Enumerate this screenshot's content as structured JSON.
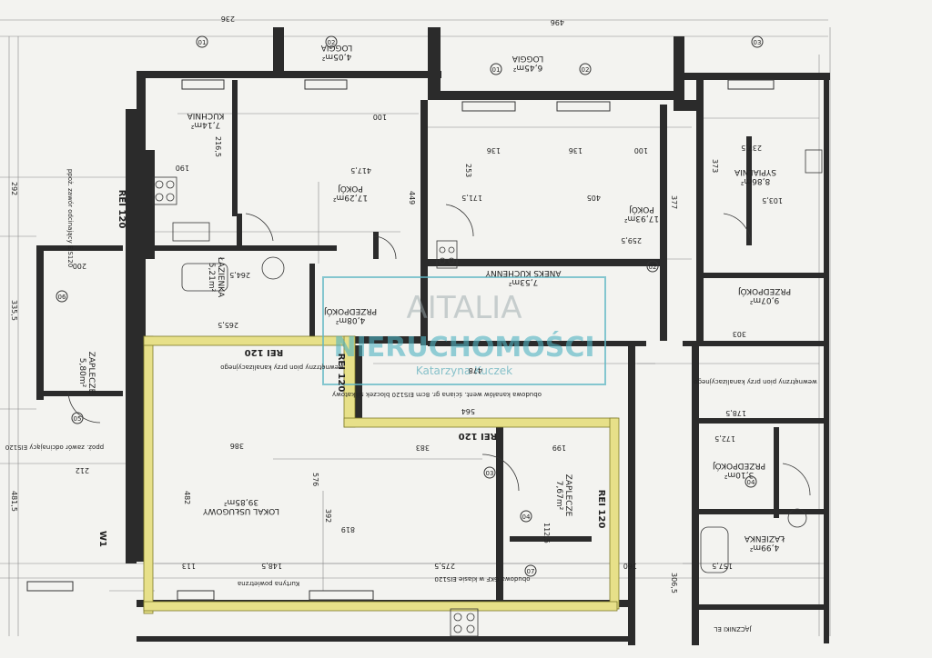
{
  "rooms": {
    "kuchnia": {
      "name": "KUCHNIA",
      "area": "7,14m²"
    },
    "loggia_1": {
      "name": "LOGGIA",
      "area": "4,05m²"
    },
    "loggia_2": {
      "name": "LOGGIA",
      "area": "6,45m²"
    },
    "pokoj_1": {
      "name": "POKÓJ",
      "area": "17,29m²"
    },
    "pokoj_2": {
      "name": "POKÓJ",
      "area": "17,93m²"
    },
    "sypialnia": {
      "name": "SYPIALNIA",
      "area": "8,86m²"
    },
    "aneks": {
      "name": "ANEKS KUCHENNY",
      "area": "7,53m²"
    },
    "lazienka_1": {
      "name": "ŁAZIENKA",
      "area": "5,21m²"
    },
    "przedpokoj_1": {
      "name": "PRZEDPOKÓJ",
      "area": "4,08m²"
    },
    "przedpokoj_2": {
      "name": "PRZEDPOKÓJ",
      "area": "9,07m²"
    },
    "przedpokoj_3": {
      "name": "PRZEDPOKÓJ",
      "area": "3,10m²"
    },
    "lazienka_2": {
      "name": "ŁAZIENKA",
      "area": "4,99m²"
    },
    "zaplecze_1": {
      "name": "ZAPLECZE",
      "area": "5,80m²"
    },
    "zaplecze_2": {
      "name": "ZAPLECZE",
      "area": "7,67m²"
    },
    "lokal": {
      "name": "LOKAL USŁUGOWY",
      "area": "39,85m²"
    }
  },
  "fire_labels": {
    "rei_left": "REI 120",
    "rei_top": "REI 120",
    "rei_mid": "REI 120",
    "rei_right": "REI 120",
    "rei_bottom": "REI 120"
  },
  "notes": {
    "ppoz_left": "ppoż. zawór odcinający EIS120",
    "ppoz_left2": "ppoż. zawór odcinający EIS120",
    "pion_1": "wewnętrzny pion przy kanalizacyjnego",
    "pion_2": "wewnętrzny pion przy kanalizacyjnego",
    "obudowa": "obudowa kanałów went. ściana gr. 8cm EIS120 bloczek silikatowy",
    "obudowa_2": "obudowa GKF w klasie EIS120",
    "kurtyna": "Kurtyna powietrzna"
  },
  "watermark": {
    "line1": "AITALIA",
    "line2": "NIERUCHOMOŚCI",
    "line3": "Katarzyna Kuczek"
  },
  "dims": {
    "d292": "292",
    "d190": "190",
    "d417": "417,5",
    "d405": "405",
    "d237": "237,5",
    "d386": "386",
    "d576": "576",
    "d819": "819",
    "d392": "392",
    "d482": "482",
    "d564": "564",
    "d478": "478",
    "d383": "383",
    "d199": "199",
    "d212": "212",
    "d200": "200",
    "d236": "236",
    "d496": "496",
    "d136a": "136",
    "d136b": "136",
    "d100a": "100",
    "d100b": "100",
    "d1135": "113",
    "d1485": "148,5",
    "d2755": "275,5",
    "d264": "264,5",
    "d2655": "265,5",
    "d303": "303",
    "d1785": "178,5",
    "d335": "335,5",
    "d4815": "481,5",
    "d449": "449",
    "d253": "253",
    "d373": "373",
    "d377": "377",
    "d2165": "216,5",
    "d1715": "171,5",
    "d2595": "259,5",
    "d1575": "157,5",
    "d3065": "306,5",
    "d160": "160",
    "d1725": "172,5",
    "d1035": "103,5",
    "d1125": "112,5"
  },
  "marks": {
    "m01a": "01",
    "m02a": "02",
    "m03a": "03",
    "m04a": "04",
    "m05a": "05",
    "m06a": "06",
    "m07a": "07",
    "m01b": "01",
    "m02b": "02",
    "m03b": "03",
    "m04b": "04"
  },
  "wall_code": "W1",
  "bottom_label": "JĄCZNIKI EL"
}
